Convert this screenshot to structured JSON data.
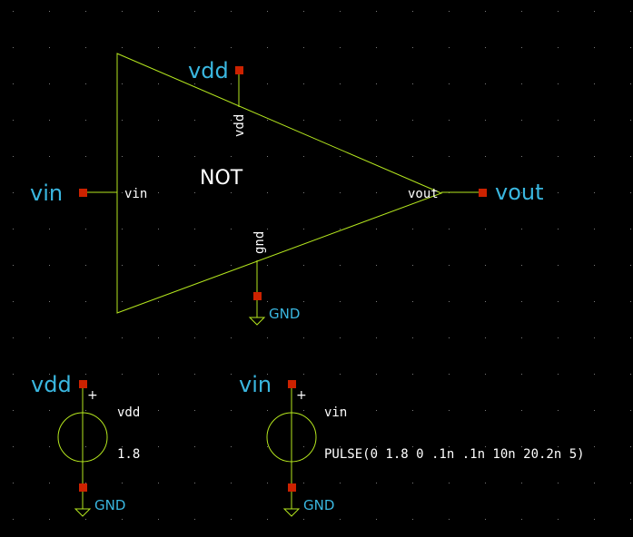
{
  "colors": {
    "background": "#000000",
    "grid_dot": "#7a7a7a",
    "wire": "#00ff00",
    "symbol": "#b4e61e",
    "pin": "#cc2200",
    "net_label": "#3ab7e0",
    "text": "#ffffff"
  },
  "inverter": {
    "name": "NOT",
    "pin_labels": {
      "vdd": "vdd",
      "vin": "vin",
      "vout": "vout",
      "gnd": "gnd"
    }
  },
  "net_labels": {
    "vdd_top": "vdd",
    "vin_left": "vin",
    "vout_right": "vout",
    "gnd_inverter": "GND"
  },
  "sources": {
    "vdd_source": {
      "net_label": "vdd",
      "name": "vdd",
      "value": "1.8",
      "plus": "+",
      "gnd_label": "GND"
    },
    "vin_source": {
      "net_label": "vin",
      "name": "vin",
      "value": "PULSE(0 1.8 0 .1n .1n 10n 20.2n 5)",
      "plus": "+",
      "gnd_label": "GND"
    }
  },
  "icons": [
    "ground-icon",
    "voltage-source-icon",
    "pin-square-icon"
  ]
}
